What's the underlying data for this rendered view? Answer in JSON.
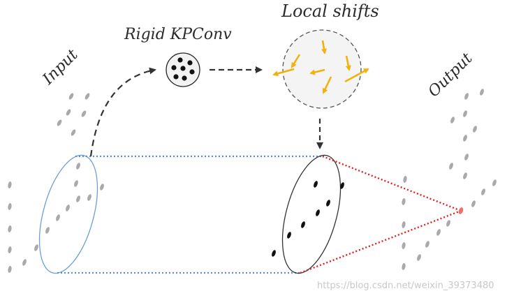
{
  "labels": {
    "input": "Input",
    "output": "Output",
    "rigid_kpconv": "Rigid KPConv",
    "local_shifts": "Local shifts"
  },
  "watermark": "https://blog.csdn.net/weixin_39373480",
  "colors": {
    "input_points": "#a9a9a9",
    "kernel_points": "#111111",
    "shift_arrows": "#f2b10c",
    "left_ellipse": "#6a9fd8",
    "connector_blue": "#5b8ccf",
    "connector_red": "#e02020",
    "output_point": "#f07070",
    "dashed_arrow": "#333333"
  }
}
